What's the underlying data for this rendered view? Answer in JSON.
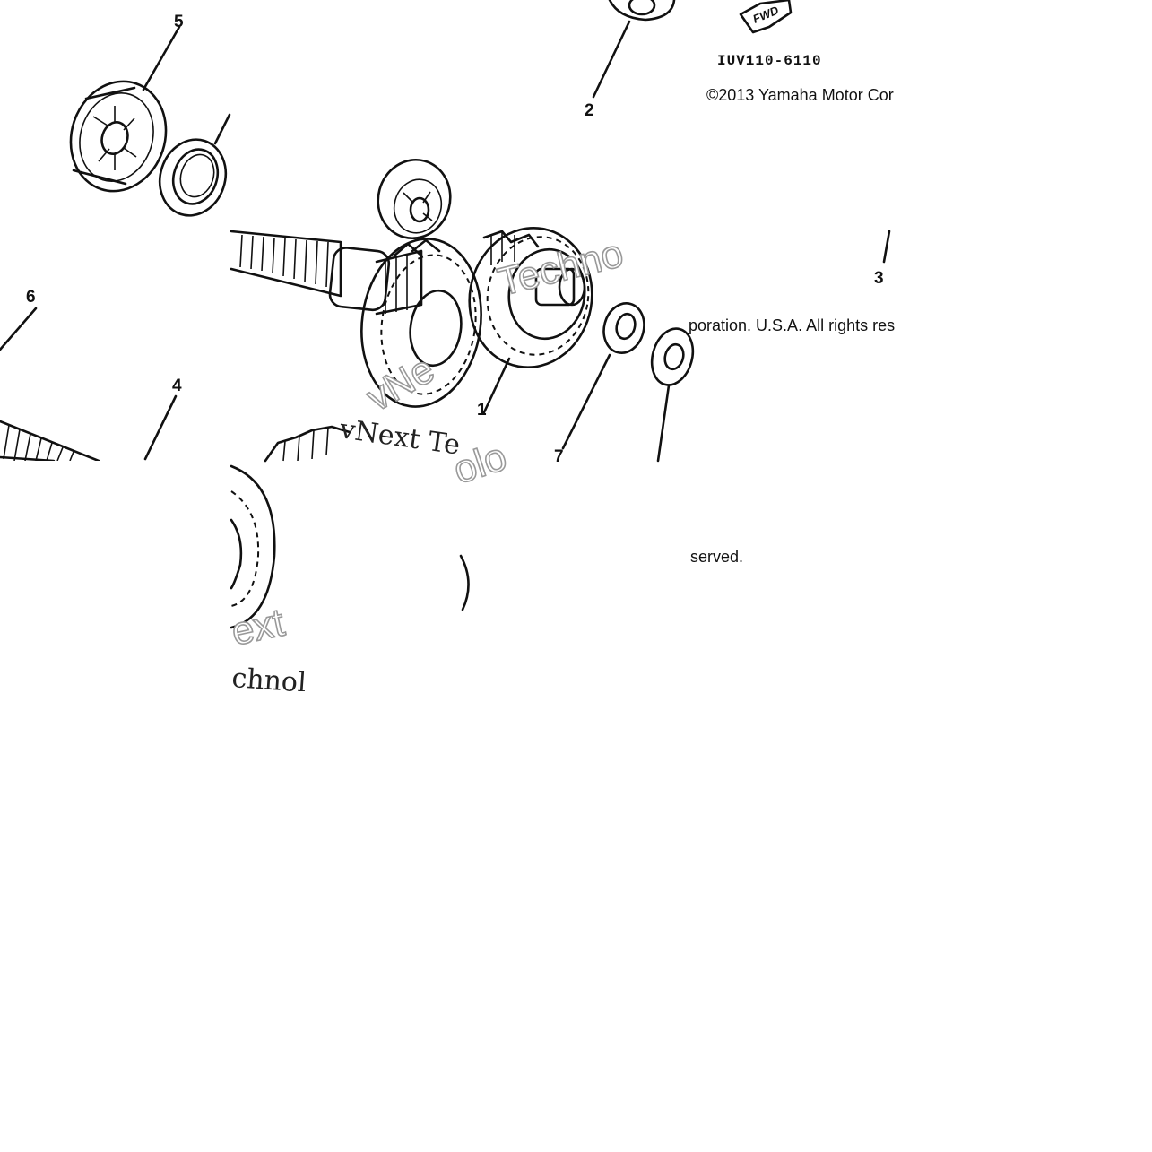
{
  "diagram": {
    "part_code": "IUV110-6110",
    "fwd_label": "FWD",
    "copyright": {
      "line1": "©2013 Yamaha Motor Cor",
      "line2": "poration. U.S.A. All rights res",
      "line3": "served."
    },
    "callouts": [
      "1",
      "2",
      "3",
      "4",
      "5",
      "6",
      "7"
    ],
    "watermarks": {
      "serif_1": "vNext Te",
      "serif_2": "chnol",
      "outline_1": "Techno",
      "outline_2": "ext",
      "outline_3": "vNe",
      "outline_4": "olo"
    }
  }
}
